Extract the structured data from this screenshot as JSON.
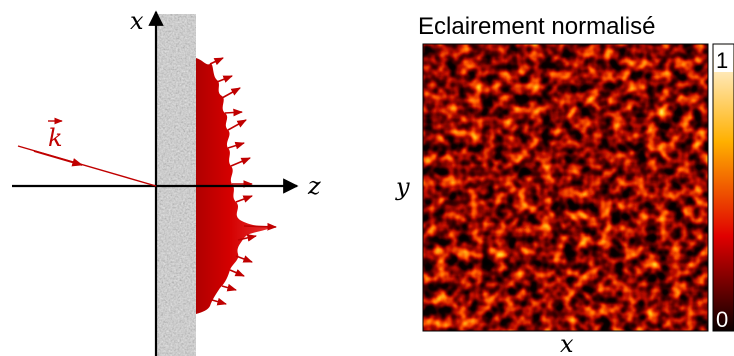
{
  "left_diagram": {
    "x_axis_label": "x",
    "z_axis_label": "z",
    "wave_vector_label": "k",
    "colors": {
      "axis": "#000000",
      "beam": "#c00000",
      "speckle_fill": "#d00000",
      "diffuser_light": "#e8e8e8",
      "diffuser_dark": "#8a8a8a"
    }
  },
  "right_panel": {
    "title": "Eclairement normalisé",
    "x_label": "x",
    "y_label": "y",
    "colorbar": {
      "max_label": "1",
      "min_label": "0",
      "colormap": "hot",
      "range": [
        0,
        1
      ]
    }
  }
}
